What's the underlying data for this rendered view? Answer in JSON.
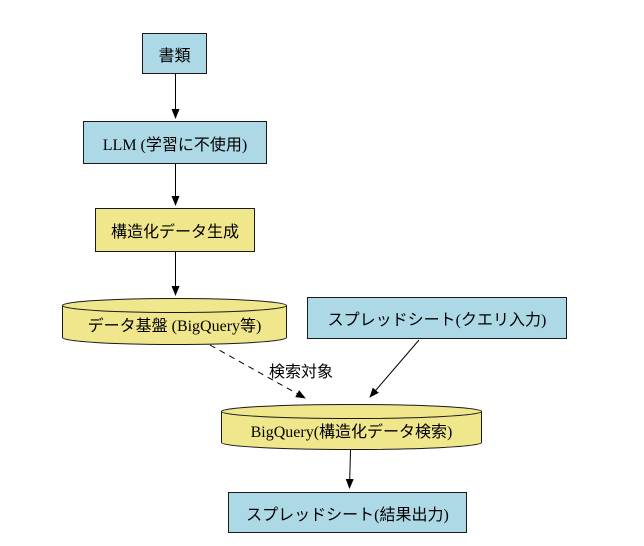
{
  "diagram": {
    "type": "flowchart",
    "background": "#ffffff",
    "colors": {
      "node_blue_fill": "#ADD8E6",
      "node_yellow_fill": "#F0E68C",
      "node_border": "#1a1a1a",
      "edge_stroke": "#000000",
      "text": "#000000"
    },
    "nodes": {
      "documents": {
        "label": "書類",
        "shape": "box",
        "fill": "#ADD8E6"
      },
      "llm": {
        "label": "LLM (学習に不使用)",
        "shape": "box",
        "fill": "#ADD8E6"
      },
      "structured_gen": {
        "label": "構造化データ生成",
        "shape": "box",
        "fill": "#F0E68C"
      },
      "data_platform": {
        "label": "データ基盤 (BigQuery等)",
        "shape": "cylinder",
        "fill": "#F0E68C"
      },
      "sheet_query_input": {
        "label": "スプレッドシート(クエリ入力)",
        "shape": "box",
        "fill": "#ADD8E6"
      },
      "bigquery_search": {
        "label": "BigQuery(構造化データ検索)",
        "shape": "cylinder",
        "fill": "#F0E68C"
      },
      "sheet_result_output": {
        "label": "スプレッドシート(結果出力)",
        "shape": "box",
        "fill": "#ADD8E6"
      }
    },
    "edges": [
      {
        "from": "documents",
        "to": "llm",
        "style": "solid"
      },
      {
        "from": "llm",
        "to": "structured_gen",
        "style": "solid"
      },
      {
        "from": "structured_gen",
        "to": "data_platform",
        "style": "solid"
      },
      {
        "from": "data_platform",
        "to": "bigquery_search",
        "style": "dashed",
        "label": "検索対象"
      },
      {
        "from": "sheet_query_input",
        "to": "bigquery_search",
        "style": "solid"
      },
      {
        "from": "bigquery_search",
        "to": "sheet_result_output",
        "style": "solid"
      }
    ],
    "edge_labels": {
      "search_target": "検索対象"
    }
  }
}
